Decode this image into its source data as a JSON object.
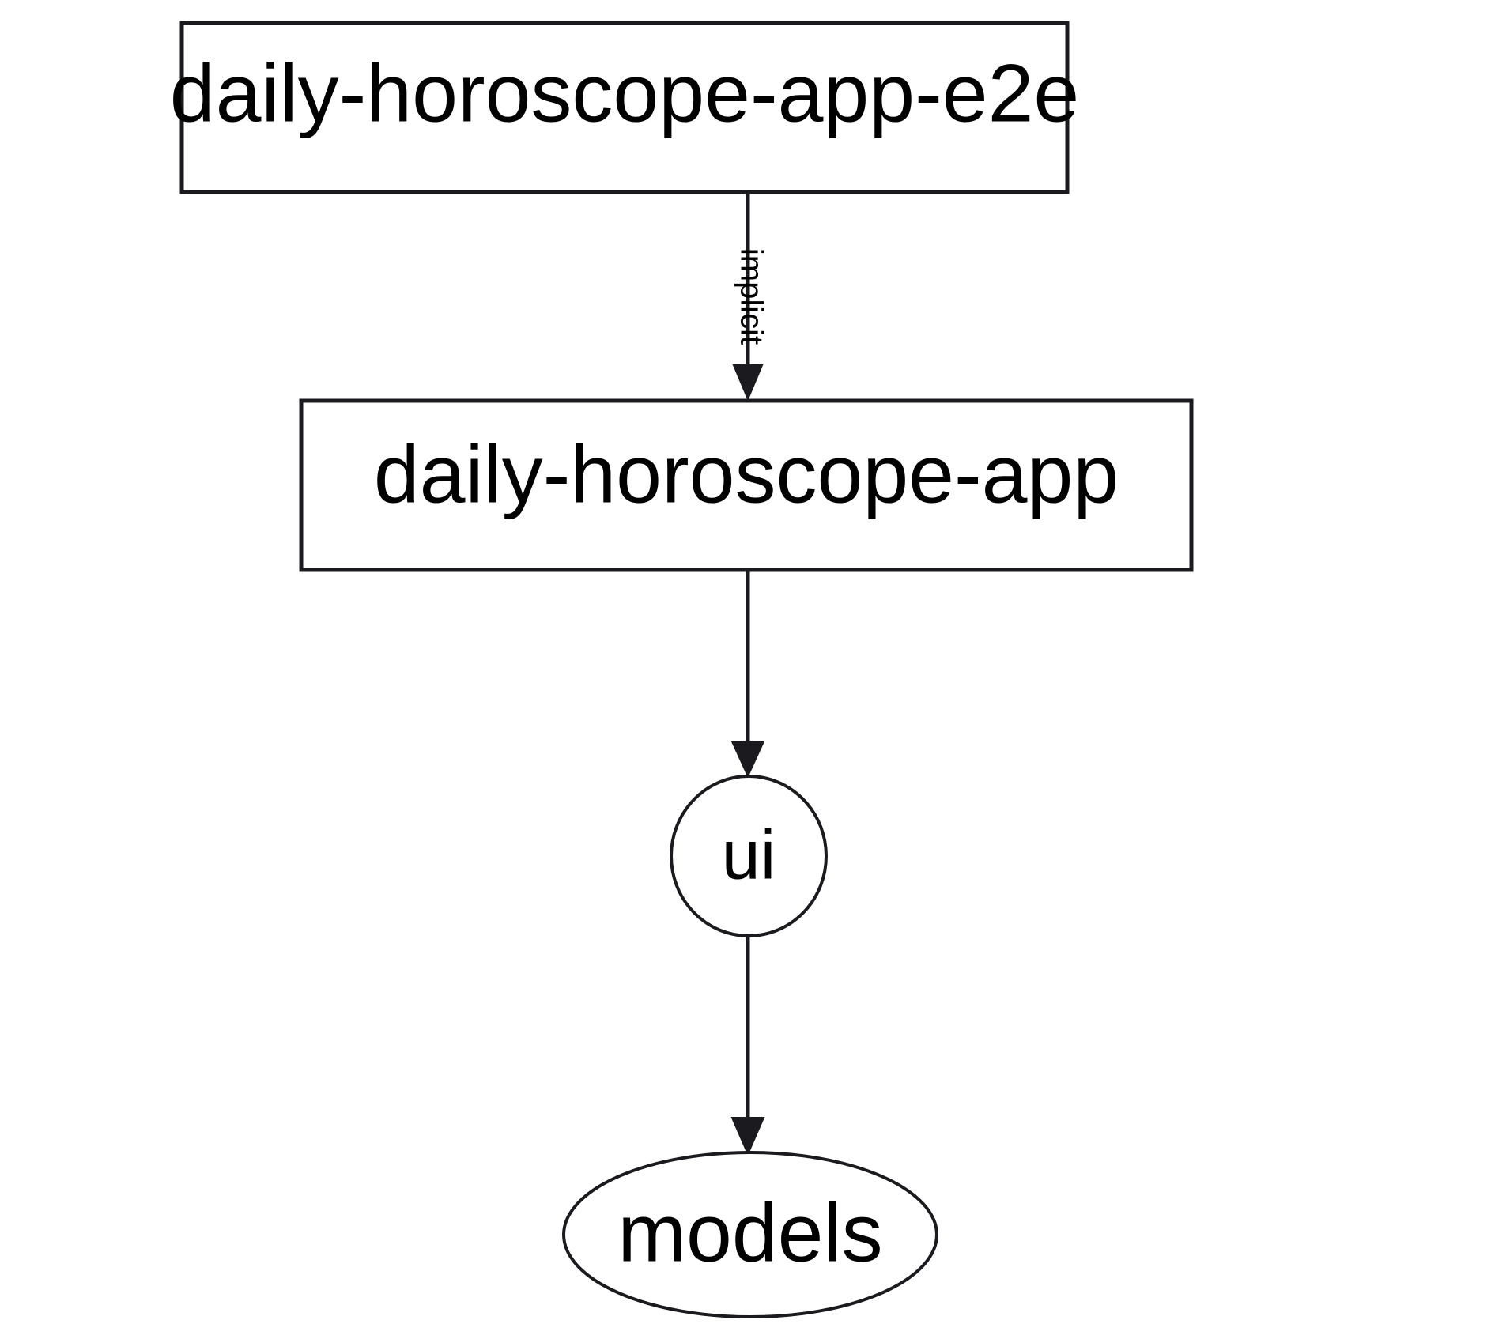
{
  "diagram": {
    "type": "dependency-graph",
    "orientation": "top-to-bottom",
    "background_color": "#ffffff",
    "stroke_color": "#1b1b1f",
    "text_color": "#000000",
    "nodes": [
      {
        "id": "daily-horoscope-app-e2e",
        "label": "daily-horoscope-app-e2e",
        "shape": "rectangle"
      },
      {
        "id": "daily-horoscope-app",
        "label": "daily-horoscope-app",
        "shape": "rectangle"
      },
      {
        "id": "ui",
        "label": "ui",
        "shape": "circle"
      },
      {
        "id": "models",
        "label": "models",
        "shape": "ellipse"
      }
    ],
    "edges": [
      {
        "from": "daily-horoscope-app-e2e",
        "to": "daily-horoscope-app",
        "label": "implicit"
      },
      {
        "from": "daily-horoscope-app",
        "to": "ui",
        "label": ""
      },
      {
        "from": "ui",
        "to": "models",
        "label": ""
      }
    ]
  }
}
